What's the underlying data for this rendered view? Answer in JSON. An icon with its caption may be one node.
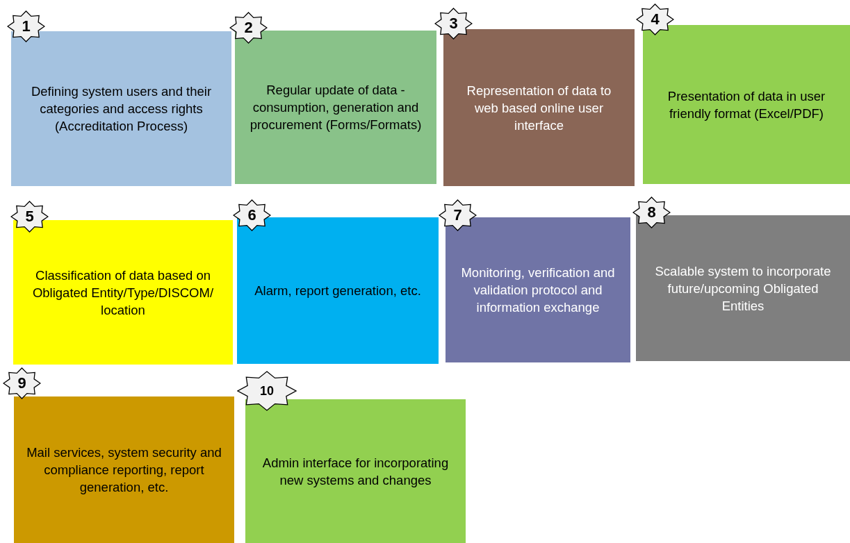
{
  "diagram": {
    "nodes": [
      {
        "text": [
          "1"
        ]
      },
      {
        "text": [
          "Defining system users and their categories and access rights (Accreditation Process)"
        ]
      },
      {
        "text": [
          "2"
        ]
      },
      {
        "text": [
          "Regular update of data - consumption, generation and procurement (Forms/Formats)"
        ]
      },
      {
        "text": [
          "3"
        ]
      },
      {
        "text": [
          "Representation of data to web based online user interface"
        ]
      },
      {
        "text": [
          "4"
        ]
      },
      {
        "text": [
          "Presentation of data in user friendly format (Excel/PDF)"
        ]
      },
      {
        "text": [
          "5"
        ]
      },
      {
        "text": [
          "Classification of data based on Obligated Entity/Type/DISCOM/ location"
        ]
      },
      {
        "text": [
          "6"
        ]
      },
      {
        "text": [
          "Alarm, report generation, etc."
        ]
      },
      {
        "text": [
          "7"
        ]
      },
      {
        "text": [
          "Monitoring, verification and validation protocol and information exchange"
        ]
      },
      {
        "text": [
          "8"
        ]
      },
      {
        "text": [
          "Scalable system to incorporate future/upcoming Obligated Entities"
        ]
      },
      {
        "text": [
          "9"
        ]
      },
      {
        "text": [
          "Mail services, system security and compliance reporting, report generation, etc."
        ]
      },
      {
        "text": [
          "10"
        ]
      },
      {
        "text": [
          "Admin interface for incorporating new systems and changes"
        ]
      }
    ]
  }
}
